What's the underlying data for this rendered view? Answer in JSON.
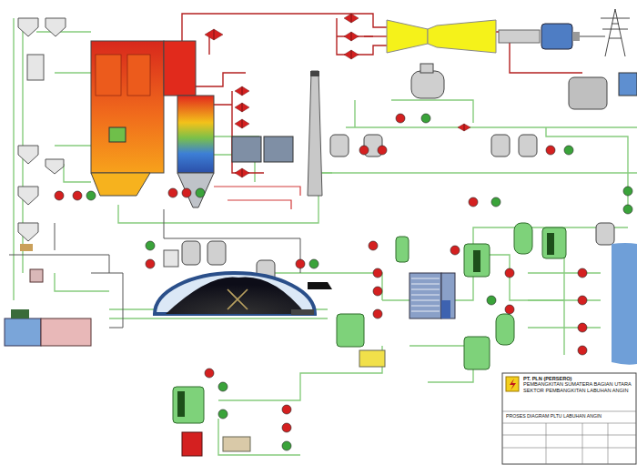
{
  "diagram": {
    "nodes": [
      {
        "text": [
          "PT. PLN (PERSERO)",
          "PEMBANGKITAN SUMATERA BAGIAN UTARA",
          "SEKTOR PEMBANGKITAN LABUHAN ANGIN"
        ]
      }
    ],
    "labels": [
      "PROSES DIAGRAM PLTU LABUHAN ANGIN"
    ]
  }
}
